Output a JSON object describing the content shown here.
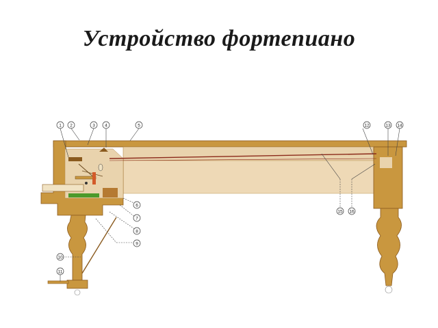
{
  "title": "Устройство фортепиано",
  "colors": {
    "case": "#c9973f",
    "case_dark": "#8a5a1e",
    "inner": "#e9d3ad",
    "string": "#8b2a1a",
    "key_green": "#4c9a2a",
    "line": "#444444"
  },
  "callouts": [
    "1",
    "2",
    "3",
    "4",
    "5",
    "6",
    "7",
    "8",
    "9",
    "10",
    "11",
    "12",
    "13",
    "14",
    "15",
    "16"
  ]
}
